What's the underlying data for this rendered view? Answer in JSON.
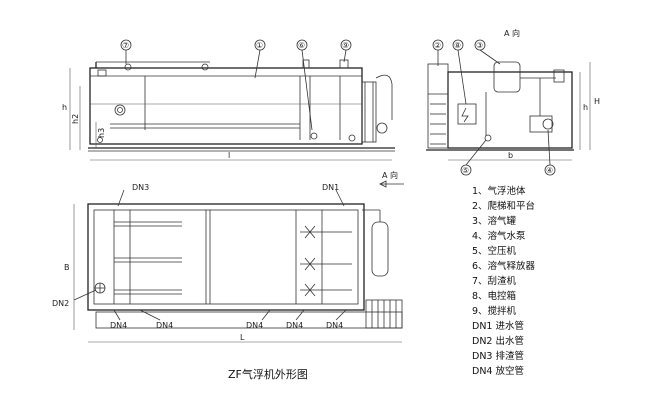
{
  "views": {
    "direction_label": "A 向",
    "front_callouts": [
      "⑦",
      "①",
      "⑥",
      "⑨"
    ],
    "side_callouts": [
      "②",
      "⑧",
      "③",
      "⑤",
      "④"
    ],
    "front_dims": {
      "h": "h",
      "h2": "h2",
      "h3": "h3",
      "l": "l"
    },
    "side_dims": {
      "h": "h",
      "H": "H",
      "b": "b"
    },
    "plan_dims": {
      "B": "B",
      "L": "L"
    },
    "plan_ports": {
      "dn3": "DN3",
      "dn1": "DN1",
      "dn2": "DN2",
      "dn4": "DN4"
    }
  },
  "legend": [
    "1、气浮池体",
    "2、爬梯和平台",
    "3、溶气罐",
    "4、溶气水泵",
    "5、空压机",
    "6、溶气释放器",
    "7、刮渣机",
    "8、电控箱",
    "9、搅拌机",
    "DN1 进水管",
    "DN2 出水管",
    "DN3 排渣管",
    "DN4 放空管"
  ],
  "caption": "ZF气浮机外形图"
}
